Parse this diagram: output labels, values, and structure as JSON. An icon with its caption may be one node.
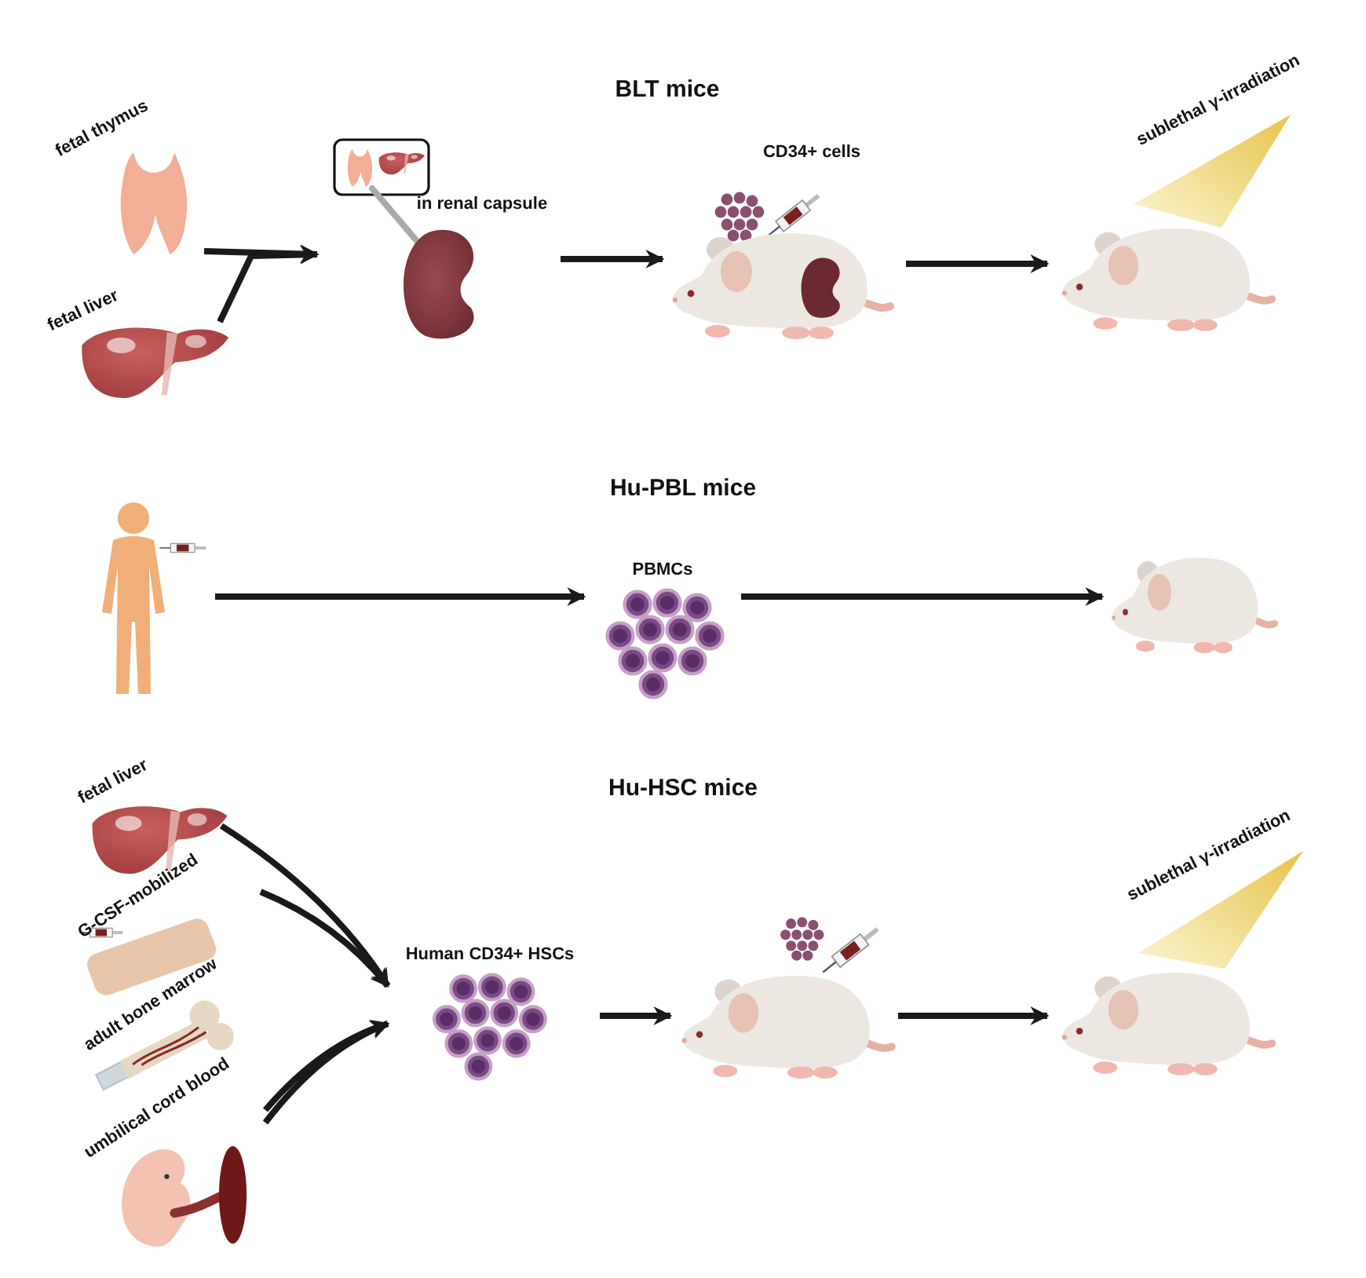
{
  "diagram": {
    "nodes": [
      {
        "text": [
          "fetal thymus"
        ]
      },
      {
        "text": [
          "fetal liver"
        ]
      },
      {
        "text": [
          "in renal capsule"
        ]
      },
      {
        "text": [
          "CD34+ cells"
        ]
      },
      {
        "text": [
          "sublethal γ-irradiation"
        ]
      },
      {
        "text": [],
        "shape": "person"
      },
      {
        "text": [
          "PBMCs"
        ]
      },
      {
        "text": [],
        "shape": "picture"
      },
      {
        "text": [
          "fetal liver"
        ]
      },
      {
        "text": [
          "G-CSF-mobilized"
        ]
      },
      {
        "text": [
          "adult bone marrow"
        ]
      },
      {
        "text": [
          "umbilical cord blood"
        ]
      },
      {
        "text": [
          "Human CD34+ HSCs"
        ]
      },
      {
        "text": [],
        "shape": "picture"
      },
      {
        "text": [
          "sublethal γ-irradiation"
        ]
      }
    ],
    "edges": [
      {
        "from": 0,
        "to": 2,
        "arrow": "to"
      },
      {
        "from": 1,
        "to": 2,
        "arrow": "to"
      },
      {
        "from": 2,
        "to": 3,
        "arrow": "to"
      },
      {
        "from": 3,
        "to": 4,
        "arrow": "to"
      },
      {
        "from": 5,
        "to": 6,
        "arrow": "to"
      },
      {
        "from": 6,
        "to": 7,
        "arrow": "to"
      },
      {
        "from": 8,
        "to": 12,
        "arrow": "to"
      },
      {
        "from": 9,
        "to": 12,
        "arrow": "to"
      },
      {
        "from": 10,
        "to": 12,
        "arrow": "to"
      },
      {
        "from": 11,
        "to": 12,
        "arrow": "to"
      },
      {
        "from": 12,
        "to": 13,
        "arrow": "to"
      },
      {
        "from": 13,
        "to": 14,
        "arrow": "to"
      }
    ],
    "labels": [
      "BLT mice",
      "Hu-PBL mice",
      "Hu-HSC mice"
    ]
  }
}
